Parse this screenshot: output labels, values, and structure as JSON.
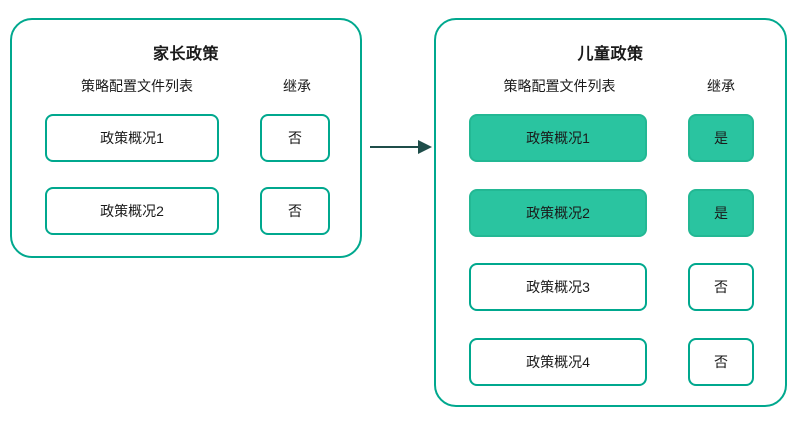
{
  "diagram": {
    "title_parent": "家长政策",
    "title_child": "儿童政策",
    "column_headers": {
      "profiles": "策略配置文件列表",
      "inherit": "继承"
    },
    "colors": {
      "panel_border": "#00a88e",
      "cell_border": "#00a88e",
      "cell_fill_inherited": "#2ac4a0",
      "arrow": "#1f4e4a",
      "background": "#ffffff",
      "text": "#1a1a1a"
    },
    "arrow": {
      "name": "inheritance-flow-arrow",
      "direction": "right",
      "label": ""
    },
    "panels": [
      {
        "id": "parent-policy",
        "title": "家长政策",
        "rows": [
          {
            "profile": "政策概况1",
            "inherit": "否",
            "inherited": false
          },
          {
            "profile": "政策概况2",
            "inherit": "否",
            "inherited": false
          }
        ]
      },
      {
        "id": "child-policy",
        "title": "儿童政策",
        "rows": [
          {
            "profile": "政策概况1",
            "inherit": "是",
            "inherited": true
          },
          {
            "profile": "政策概况2",
            "inherit": "是",
            "inherited": true
          },
          {
            "profile": "政策概况3",
            "inherit": "否",
            "inherited": false
          },
          {
            "profile": "政策概况4",
            "inherit": "否",
            "inherited": false
          }
        ]
      }
    ]
  }
}
